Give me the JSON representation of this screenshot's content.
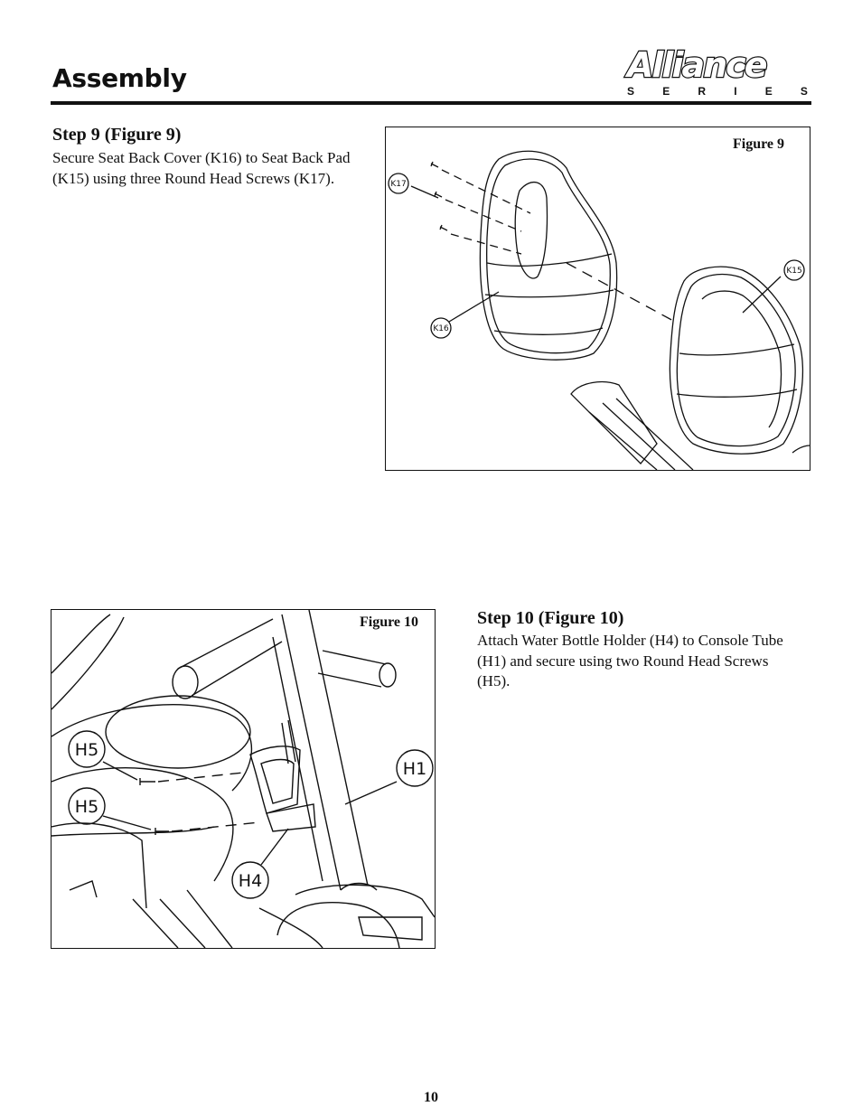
{
  "header": {
    "section_title": "Assembly",
    "logo_word": "Alliance",
    "logo_subtitle_letters": [
      "S",
      "E",
      "R",
      "I",
      "E",
      "S"
    ]
  },
  "step9": {
    "heading": "Step 9 (Figure 9)",
    "body": "Secure Seat Back Cover (K16) to Seat Back Pad (K15) using three Round Head Screws (K17).",
    "figure_caption": "Figure 9",
    "callouts": [
      "K17",
      "K16",
      "K15"
    ]
  },
  "step10": {
    "heading": "Step 10 (Figure 10)",
    "body": "Attach Water Bottle Holder (H4) to Console Tube (H1) and secure using two Round Head Screws (H5).",
    "figure_caption": "Figure 10",
    "callouts": [
      "H5",
      "H5",
      "H1",
      "H4"
    ]
  },
  "footer": {
    "page_number": "10"
  }
}
